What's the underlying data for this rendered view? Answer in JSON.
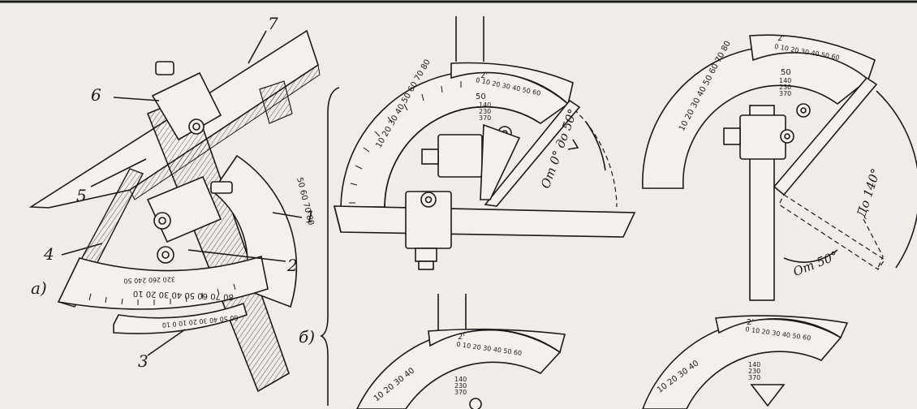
{
  "labels": {
    "n1": "1",
    "n2": "2",
    "n3": "3",
    "n4": "4",
    "n5": "5",
    "n6": "6",
    "n7": "7",
    "part_a": "а)",
    "part_b": "б)"
  },
  "annotations": {
    "from_0_to_50": "От 0° до 50°",
    "to_140": "До 140°",
    "from_50": "От 50°"
  },
  "scales": {
    "vernier_top": "2'",
    "vernier_row": "0 10 20 30 40 50 60",
    "main_row": "10 20 30 40 50 60 70 80",
    "stack_140": "140",
    "stack_230": "230",
    "stack_370": "370",
    "a_scale": "80 70 60 50 40 30 20 10",
    "a_stack": "320 260 240 50",
    "a_vernier": "60 50 40 30 20 10 0 10",
    "a_arc_nums": "50 60 70 80"
  }
}
